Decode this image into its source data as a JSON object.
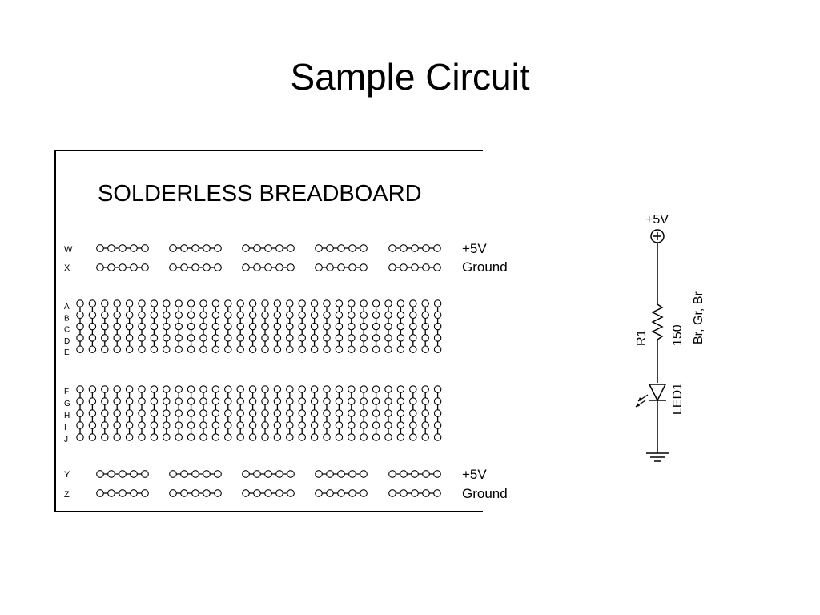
{
  "slide": {
    "title": "Sample Circuit"
  },
  "breadboard": {
    "title": "SOLDERLESS BREADBOARD",
    "rails_top": [
      {
        "row": "W",
        "label": "+5V"
      },
      {
        "row": "X",
        "label": "Ground"
      }
    ],
    "rails_bottom": [
      {
        "row": "Y",
        "label": "+5V"
      },
      {
        "row": "Z",
        "label": "Ground"
      }
    ],
    "upper_rows": [
      "A",
      "B",
      "C",
      "D",
      "E"
    ],
    "lower_rows": [
      "F",
      "G",
      "H",
      "I",
      "J"
    ],
    "columns": 30,
    "rail_groups": 5,
    "holes_per_group": 5
  },
  "schematic": {
    "supply": {
      "label": "+5V",
      "icon": "power-supply-icon"
    },
    "resistor": {
      "ref": "R1",
      "value": "150",
      "color_code": "Br, Gr, Br",
      "icon": "resistor-icon"
    },
    "led": {
      "ref": "LED1",
      "icon": "led-icon"
    },
    "ground": {
      "icon": "ground-icon"
    }
  }
}
